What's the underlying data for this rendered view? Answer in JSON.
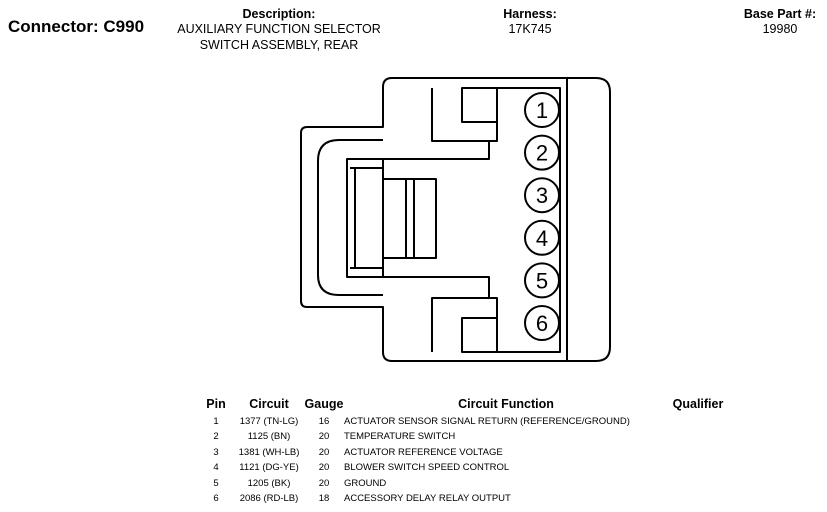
{
  "connector": {
    "title": "Connector: C990"
  },
  "description": {
    "label": "Description:",
    "line1": "AUXILIARY FUNCTION SELECTOR",
    "line2": "SWITCH ASSEMBLY, REAR"
  },
  "harness": {
    "label": "Harness:",
    "value": "17K745"
  },
  "base_part": {
    "label": "Base Part #:",
    "value": "19980"
  },
  "pin_labels": [
    "1",
    "2",
    "3",
    "4",
    "5",
    "6"
  ],
  "table": {
    "headers": {
      "pin": "Pin",
      "circuit": "Circuit",
      "gauge": "Gauge",
      "function": "Circuit Function",
      "qualifier": "Qualifier"
    },
    "rows": [
      {
        "pin": "1",
        "circuit": "1377 (TN-LG)",
        "gauge": "16",
        "function": "ACTUATOR SENSOR SIGNAL RETURN (REFERENCE/GROUND)",
        "qualifier": ""
      },
      {
        "pin": "2",
        "circuit": "1125 (BN)",
        "gauge": "20",
        "function": "TEMPERATURE SWITCH",
        "qualifier": ""
      },
      {
        "pin": "3",
        "circuit": "1381 (WH-LB)",
        "gauge": "20",
        "function": "ACTUATOR REFERENCE VOLTAGE",
        "qualifier": ""
      },
      {
        "pin": "4",
        "circuit": "1121 (DG-YE)",
        "gauge": "20",
        "function": "BLOWER SWITCH SPEED CONTROL",
        "qualifier": ""
      },
      {
        "pin": "5",
        "circuit": "1205 (BK)",
        "gauge": "20",
        "function": "GROUND",
        "qualifier": ""
      },
      {
        "pin": "6",
        "circuit": "2086 (RD-LB)",
        "gauge": "18",
        "function": "ACCESSORY DELAY RELAY OUTPUT",
        "qualifier": ""
      }
    ]
  }
}
